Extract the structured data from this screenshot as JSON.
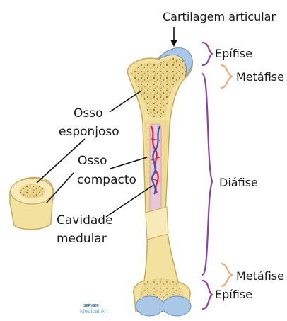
{
  "labels": {
    "cartilagem": "Cartilagem articular",
    "epifise_top": "Epífise",
    "metafise_top": "Metáfise",
    "osso_esponjoso_line1": "Osso",
    "osso_esponjoso_line2": "esponjoso",
    "osso_compacto_line1": "Osso",
    "osso_compacto_line2": "compacto",
    "cavidade_line1": "Cavidade",
    "cavidade_line2": "medular",
    "diafise": "Diáfise",
    "metafise_bottom": "Metáfise",
    "epifise_bottom": "Epífise"
  },
  "credit": {
    "line1": "SERVIER",
    "line2": "Medical Art"
  },
  "colors": {
    "bone": "#f3e1a0",
    "bone_outline": "#c8a85a",
    "spongy_dots": "#8a6a1e",
    "cartilage": "#a9c8e8",
    "marrow_pink": "#e9c6d8",
    "vessel_red": "#d7263d",
    "vessel_blue": "#2e5aa8",
    "bracket_purple": "#8e3fa8",
    "bracket_orange": "#f2a777"
  }
}
